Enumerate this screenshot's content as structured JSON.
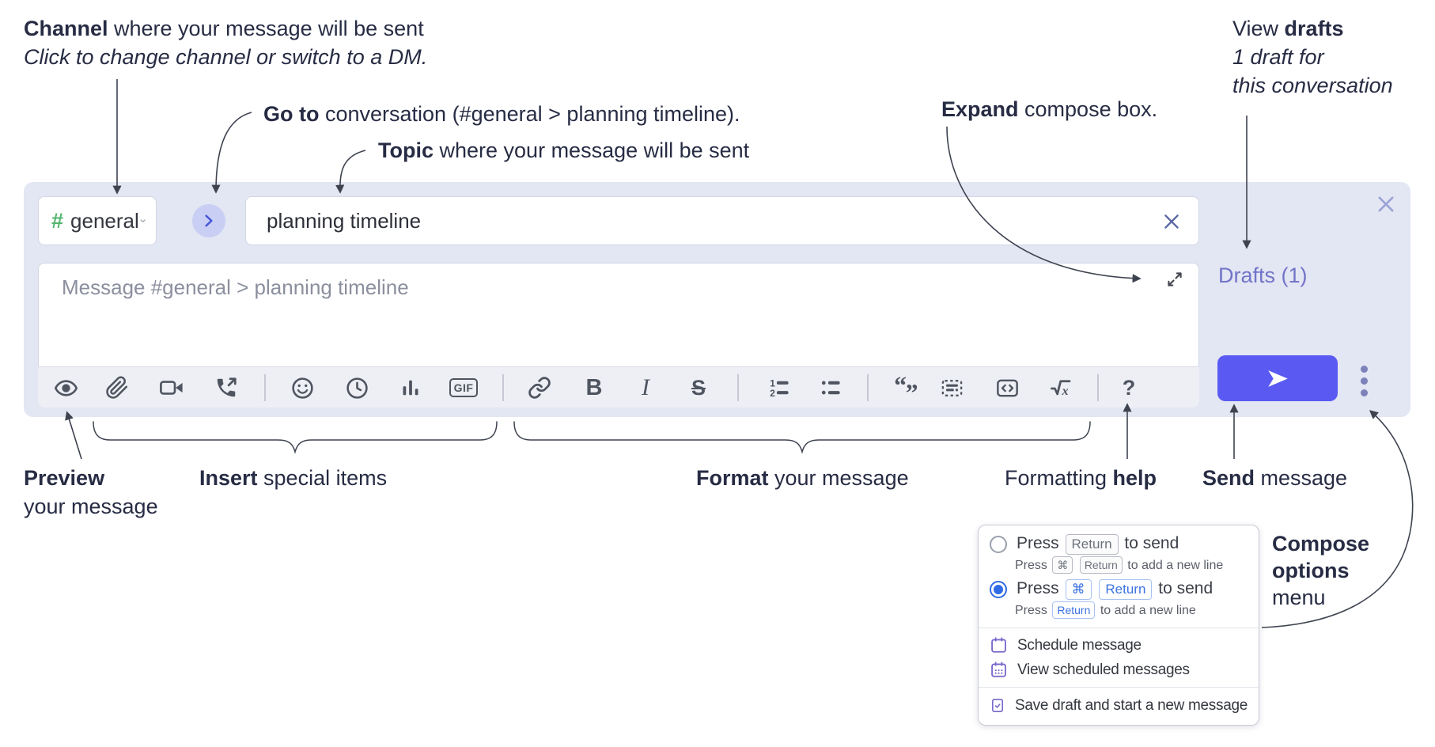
{
  "annotations": {
    "channel": {
      "bold": "Channel",
      "rest": " where your message will be sent",
      "sub": "Click to change channel or switch to a DM."
    },
    "goto": {
      "bold": "Go to",
      "rest": " conversation (#general > planning timeline)."
    },
    "topic": {
      "bold": "Topic",
      "rest": " where your message will be sent"
    },
    "expand": {
      "bold": "Expand",
      "rest": " compose box."
    },
    "drafts": {
      "pre": "View ",
      "bold": "drafts",
      "line2": "1 draft for",
      "line3": "this conversation"
    },
    "preview": {
      "bold": "Preview",
      "line2": "your message"
    },
    "insert": {
      "bold": "Insert",
      "rest": " special items"
    },
    "format": {
      "bold": "Format",
      "rest": " your message"
    },
    "help": {
      "pre": "Formatting ",
      "bold": "help"
    },
    "send": {
      "bold": "Send",
      "rest": " message"
    },
    "compose_options": {
      "bold1": "Compose",
      "bold2": "options",
      "line3": "menu"
    }
  },
  "compose": {
    "channel_hash": "#",
    "channel_name": "general",
    "topic_value": "planning timeline",
    "message_placeholder": "Message #general > planning timeline",
    "drafts_label": "Drafts (1)"
  },
  "toolbar": {
    "icons": [
      "preview",
      "attach-file",
      "add-video-call",
      "add-voice-call",
      "emoji",
      "add-global-time",
      "add-poll",
      "add-gif",
      "link",
      "bold",
      "italic",
      "strikethrough",
      "numbered-list",
      "bulleted-list",
      "quote",
      "spoiler",
      "code",
      "math",
      "message-formatting-help"
    ],
    "glyphs": {
      "bold": "B",
      "italic": "I",
      "strike": "S",
      "gif": "GIF",
      "help": "?"
    }
  },
  "menu": {
    "option1": {
      "pre": "Press",
      "key": "Return",
      "post": "to send"
    },
    "option1_sub": {
      "pre": "Press",
      "key1": "⌘",
      "key2": "Return",
      "post": "to add a new line"
    },
    "option2": {
      "pre": "Press",
      "key1": "⌘",
      "key2": "Return",
      "post": "to send"
    },
    "option2_sub": {
      "pre": "Press",
      "key": "Return",
      "post": "to add a new line"
    },
    "items": [
      "Schedule message",
      "View scheduled messages",
      "Save draft and start a new message"
    ]
  },
  "colors": {
    "compose_bg": "#e3e6f3",
    "send_button": "#5a5af2",
    "drafts_link": "#7174c8",
    "channel_hash": "#56b56f",
    "selected_radio": "#2f6be4",
    "menu_icon": "#7568cc",
    "annotation_text": "#272c44",
    "toolbar_icon": "#4f5560"
  }
}
